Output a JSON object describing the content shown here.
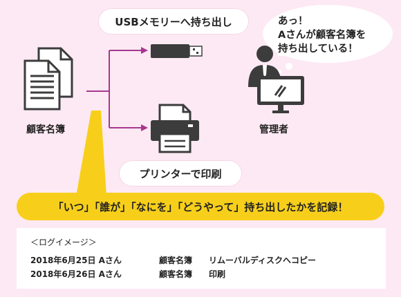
{
  "labels": {
    "usb": "USBメモリーへ持ち出し",
    "printer": "プリンターで印刷",
    "documents": "顧客名簿",
    "admin": "管理者"
  },
  "speech": [
    "あっ！",
    "Aさんが顧客名簿を",
    "持ち出している！"
  ],
  "banner": "「いつ」「誰が」「なにを」「どうやって」持ち出したかを記録！",
  "log": {
    "title": "＜ログイメージ＞",
    "rows": [
      {
        "date": "2018年6月25日 Aさん",
        "target": "顧客名簿",
        "action": "リムーバルディスクへコピー"
      },
      {
        "date": "2018年6月26日 Aさん",
        "target": "顧客名簿",
        "action": "印刷"
      }
    ]
  },
  "colors": {
    "background": "#fde9f3",
    "accent": "#a6378f",
    "banner": "#f7cf1b",
    "icon": "#3c3c3c"
  },
  "icons": [
    "documents-icon",
    "usb-stick-icon",
    "printer-icon",
    "administrator-icon",
    "monitor-icon",
    "speech-bubble-icon"
  ]
}
